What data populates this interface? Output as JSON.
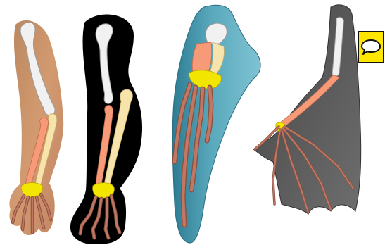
{
  "figure": {
    "panels": [
      {
        "subject": "human-arm"
      },
      {
        "subject": "cat-foreleg"
      },
      {
        "subject": "whale-flipper"
      },
      {
        "subject": "bat-wing"
      }
    ],
    "bone_colors": {
      "humerus": "#f1f1f1",
      "radius": "#f79a78",
      "ulna": "#f6e4ac",
      "carpals": "#f2e600",
      "phalanges": "#c07865"
    },
    "skin_colors": {
      "human": "#c99066",
      "cat": "#000000",
      "whale": "#3f8fa4",
      "bat": "#5a5a5a"
    }
  },
  "toolbar": {
    "comment_icon": "speech-bubble-icon",
    "comment_bg": "#ffe600"
  }
}
